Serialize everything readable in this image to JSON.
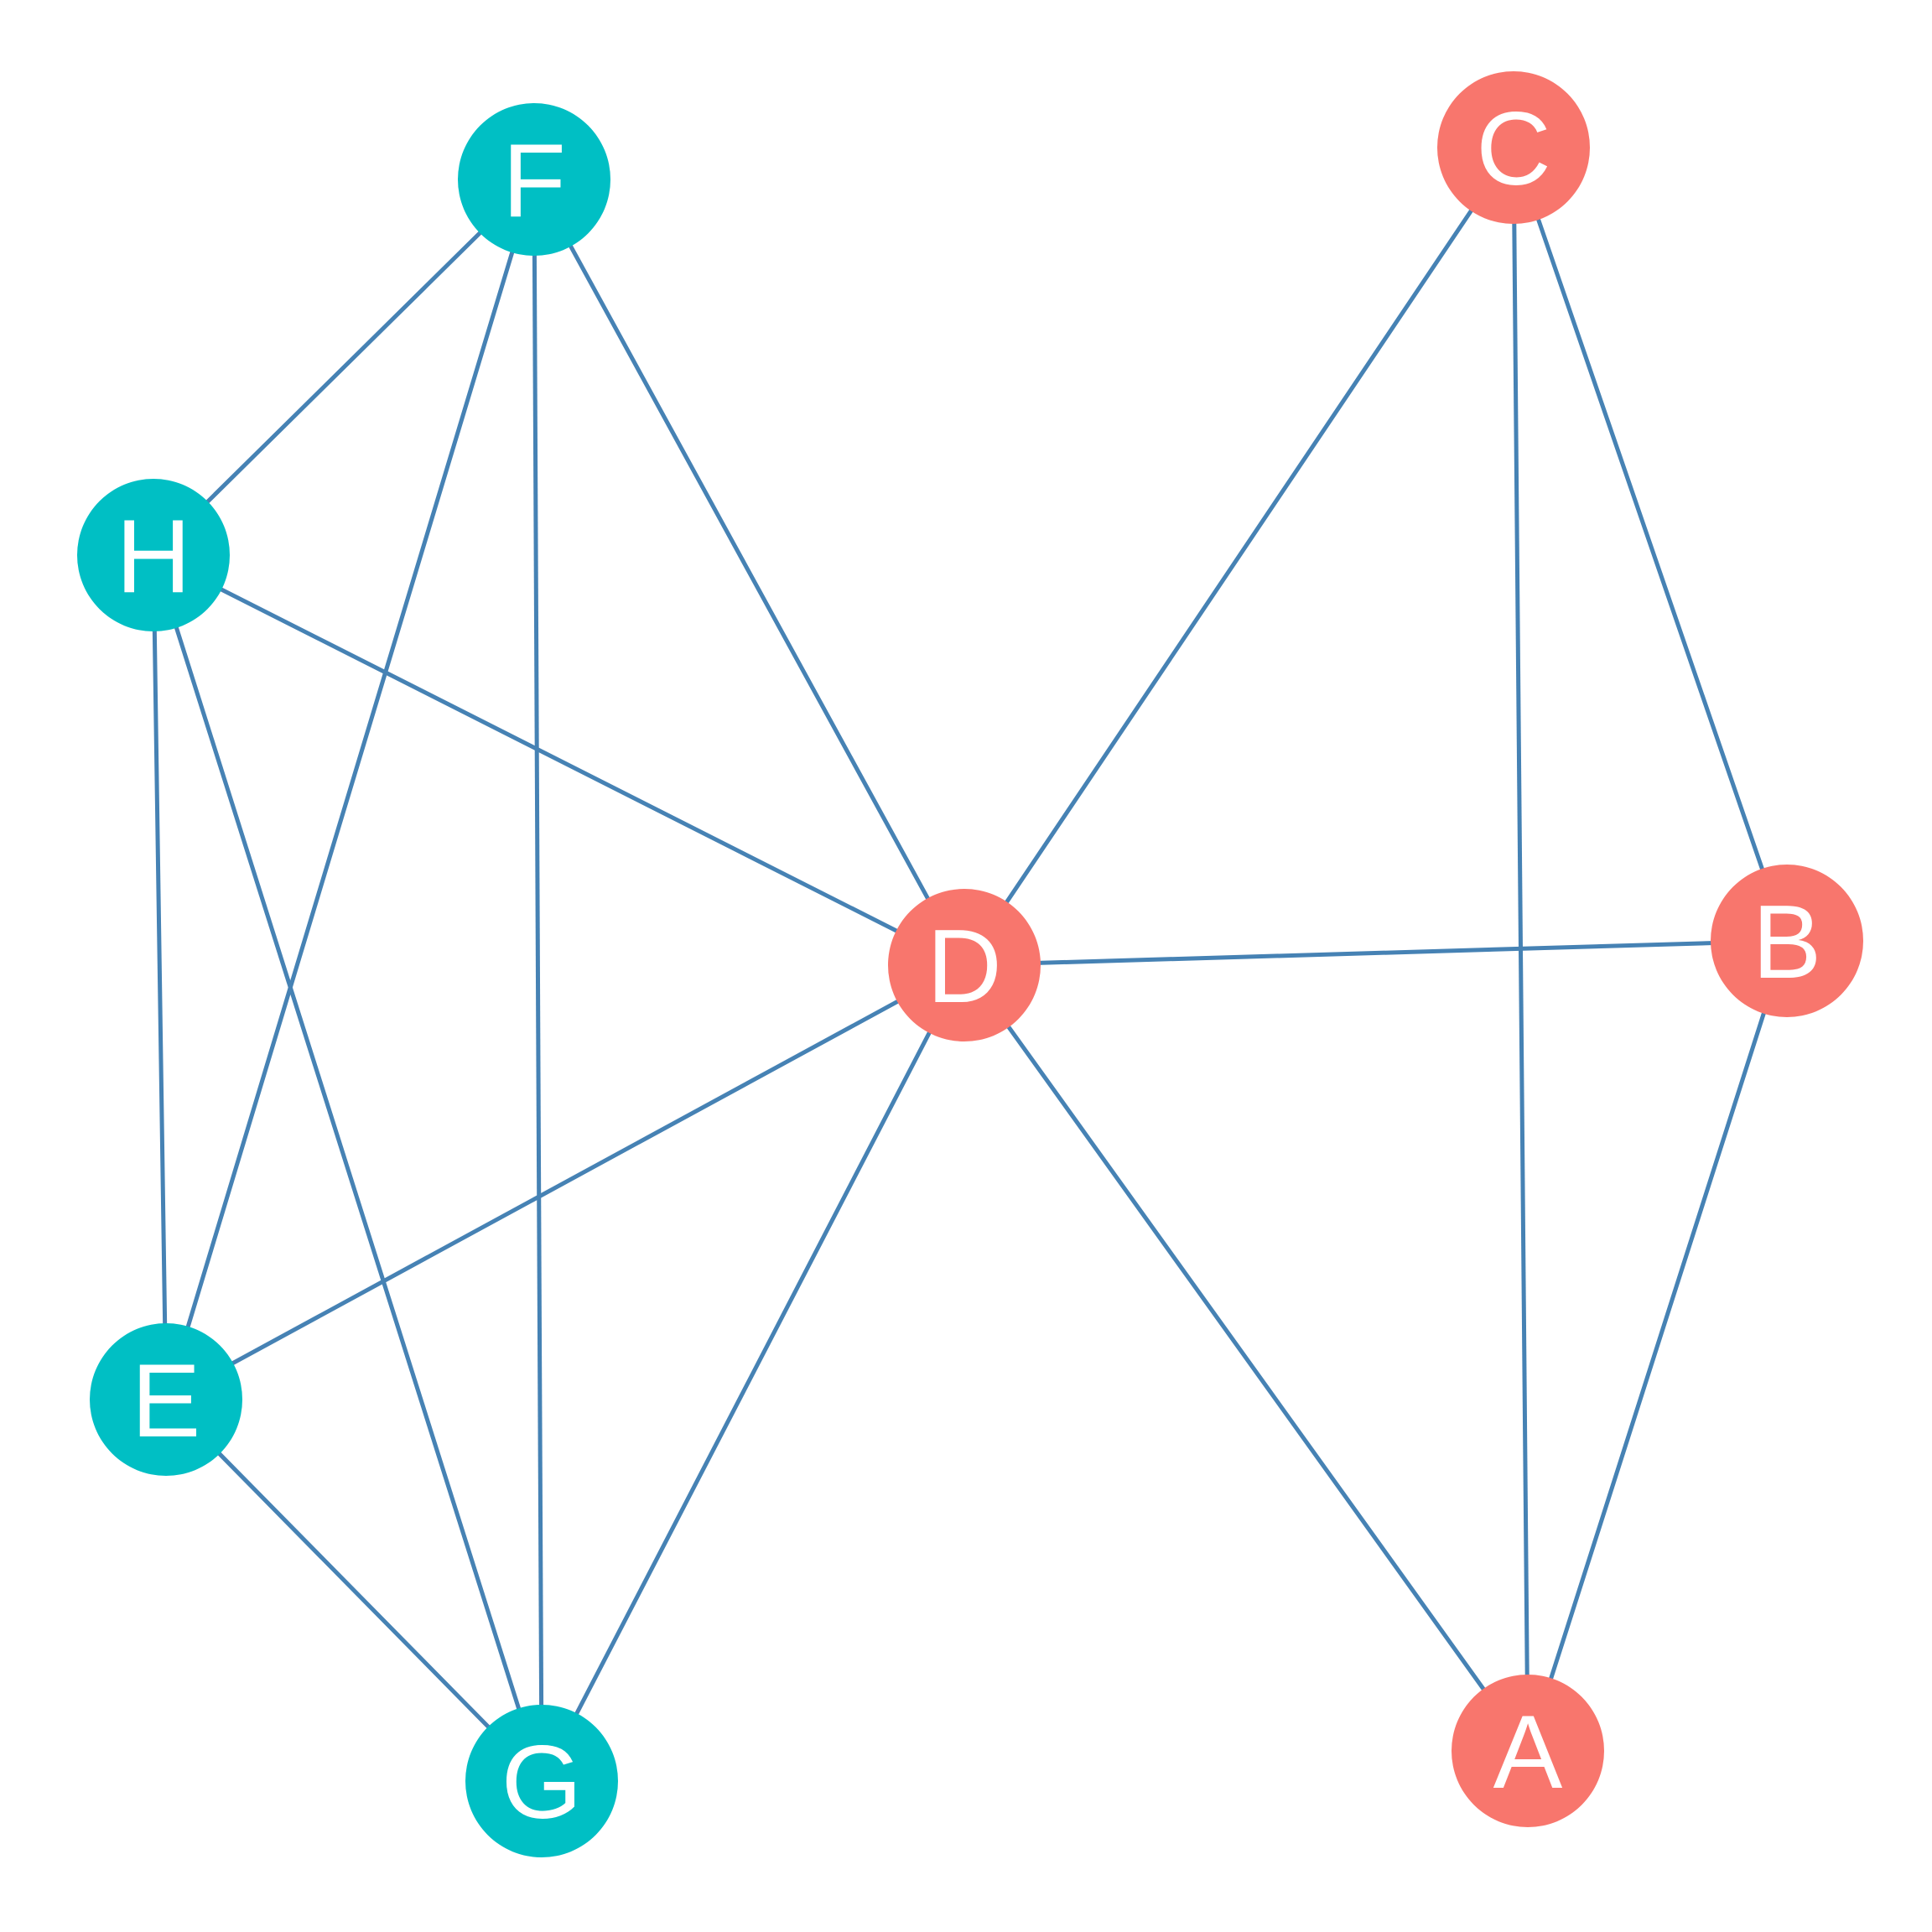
{
  "graph": {
    "colors": {
      "edge": "#4682B4",
      "group_red": "#F8766D",
      "group_teal": "#00BFC4",
      "label": "#FFFFFF"
    },
    "nodes": [
      {
        "id": "A",
        "label": "A",
        "group": "red"
      },
      {
        "id": "B",
        "label": "B",
        "group": "red"
      },
      {
        "id": "C",
        "label": "C",
        "group": "red"
      },
      {
        "id": "D",
        "label": "D",
        "group": "red"
      },
      {
        "id": "E",
        "label": "E",
        "group": "teal"
      },
      {
        "id": "F",
        "label": "F",
        "group": "teal"
      },
      {
        "id": "G",
        "label": "G",
        "group": "teal"
      },
      {
        "id": "H",
        "label": "H",
        "group": "teal"
      }
    ],
    "edges": [
      [
        "A",
        "B"
      ],
      [
        "A",
        "C"
      ],
      [
        "A",
        "D"
      ],
      [
        "B",
        "C"
      ],
      [
        "B",
        "D"
      ],
      [
        "C",
        "D"
      ],
      [
        "D",
        "E"
      ],
      [
        "D",
        "F"
      ],
      [
        "D",
        "G"
      ],
      [
        "D",
        "H"
      ],
      [
        "E",
        "F"
      ],
      [
        "E",
        "G"
      ],
      [
        "E",
        "H"
      ],
      [
        "F",
        "G"
      ],
      [
        "F",
        "H"
      ],
      [
        "G",
        "H"
      ]
    ]
  }
}
